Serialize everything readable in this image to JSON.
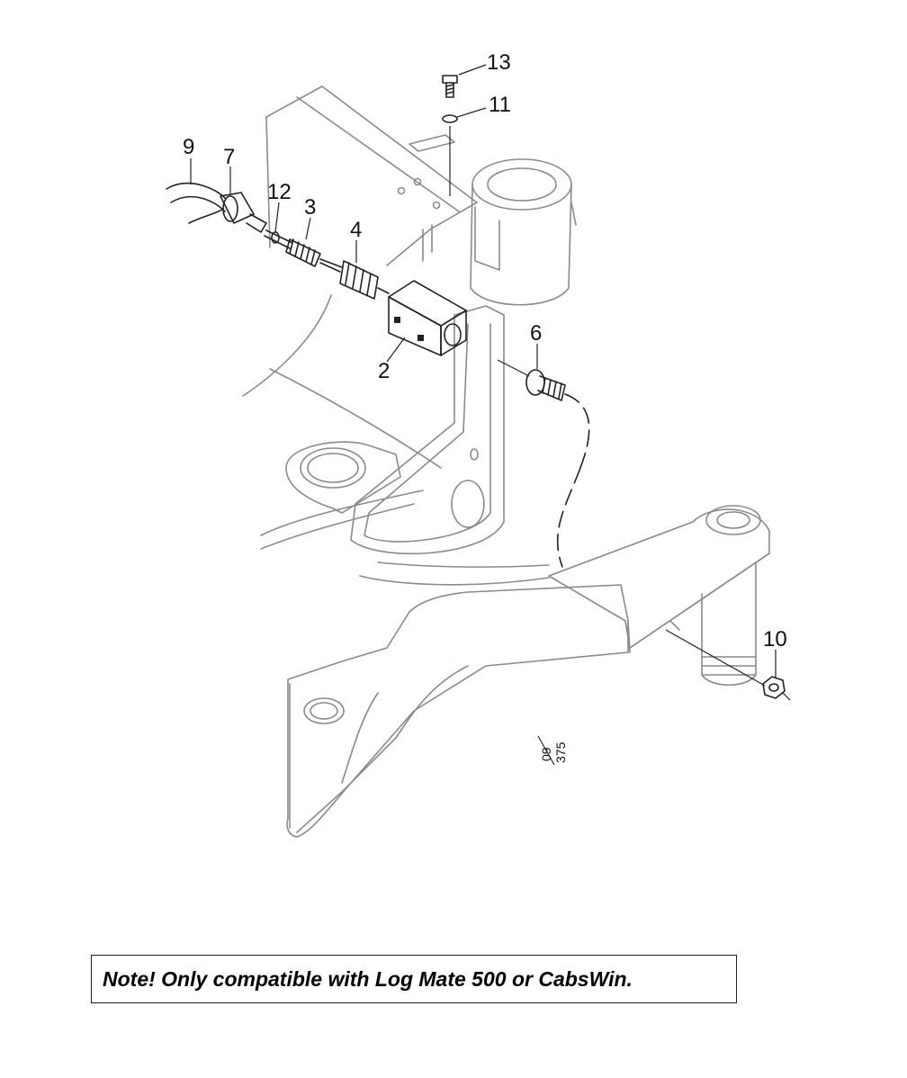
{
  "callouts": [
    {
      "id": "c13",
      "label": "13"
    },
    {
      "id": "c11",
      "label": "11"
    },
    {
      "id": "c9",
      "label": "9"
    },
    {
      "id": "c7",
      "label": "7"
    },
    {
      "id": "c12",
      "label": "12"
    },
    {
      "id": "c3",
      "label": "3"
    },
    {
      "id": "c4",
      "label": "4"
    },
    {
      "id": "c2",
      "label": "2"
    },
    {
      "id": "c6",
      "label": "6"
    },
    {
      "id": "c10",
      "label": "10"
    }
  ],
  "drawing_id": {
    "top": "09",
    "bottom": "375"
  },
  "note": {
    "text": "Note! Only compatible with Log Mate 500 or CabsWin."
  }
}
